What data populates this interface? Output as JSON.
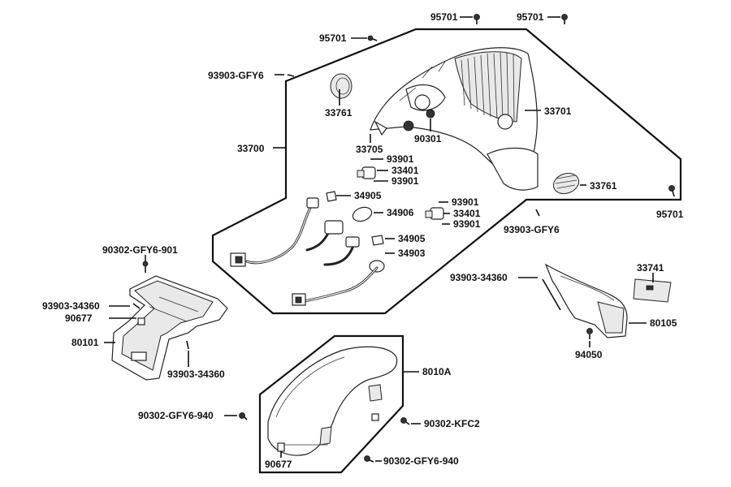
{
  "diagram": {
    "labels": {
      "p95701_a": "95701",
      "p95701_b": "95701",
      "p95701_c": "95701",
      "p95701_d": "95701",
      "p93903_gfy6_a": "93903-GFY6",
      "p93903_gfy6_b": "93903-GFY6",
      "p33761_a": "33761",
      "p33761_b": "33761",
      "p33701": "33701",
      "p90301": "90301",
      "p33705": "33705",
      "p33700": "33700",
      "p93901_a": "93901",
      "p93901_b": "93901",
      "p93901_c": "93901",
      "p93901_d": "93901",
      "p33401_a": "33401",
      "p33401_b": "33401",
      "p34905_a": "34905",
      "p34905_b": "34905",
      "p34906": "34906",
      "p34903": "34903",
      "p90302_gfy6_901": "90302-GFY6-901",
      "p93903_34360_a": "93903-34360",
      "p93903_34360_b": "93903-34360",
      "p93903_34360_c": "93903-34360",
      "p90677_a": "90677",
      "p90677_b": "90677",
      "p80101": "80101",
      "p33741": "33741",
      "p80105": "80105",
      "p94050": "94050",
      "p8010a": "8010A",
      "p90302_gfy6_940_a": "90302-GFY6-940",
      "p90302_gfy6_940_b": "90302-GFY6-940",
      "p90302_kfc2": "90302-KFC2"
    }
  }
}
